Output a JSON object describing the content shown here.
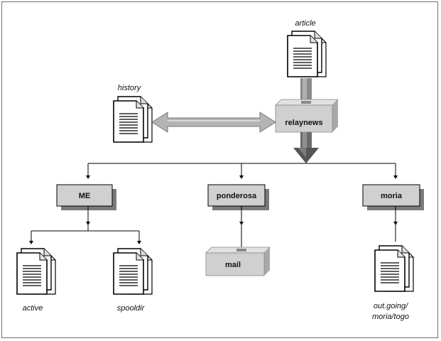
{
  "diagram": {
    "files": {
      "article": "article",
      "history": "history",
      "active": "active",
      "spooldir": "spooldir",
      "outgoing_line1": "out.going/",
      "outgoing_line2": "moria/togo"
    },
    "processes": {
      "relaynews": "relaynews",
      "mail": "mail"
    },
    "sites": {
      "me": "ME",
      "ponderosa": "ponderosa",
      "moria": "moria"
    },
    "colors": {
      "box_fill": "#d0d0d0",
      "box_shadow": "#7a7a7a",
      "arrow_dark": "#555555",
      "arrow_light": "#b4b4b4"
    }
  }
}
